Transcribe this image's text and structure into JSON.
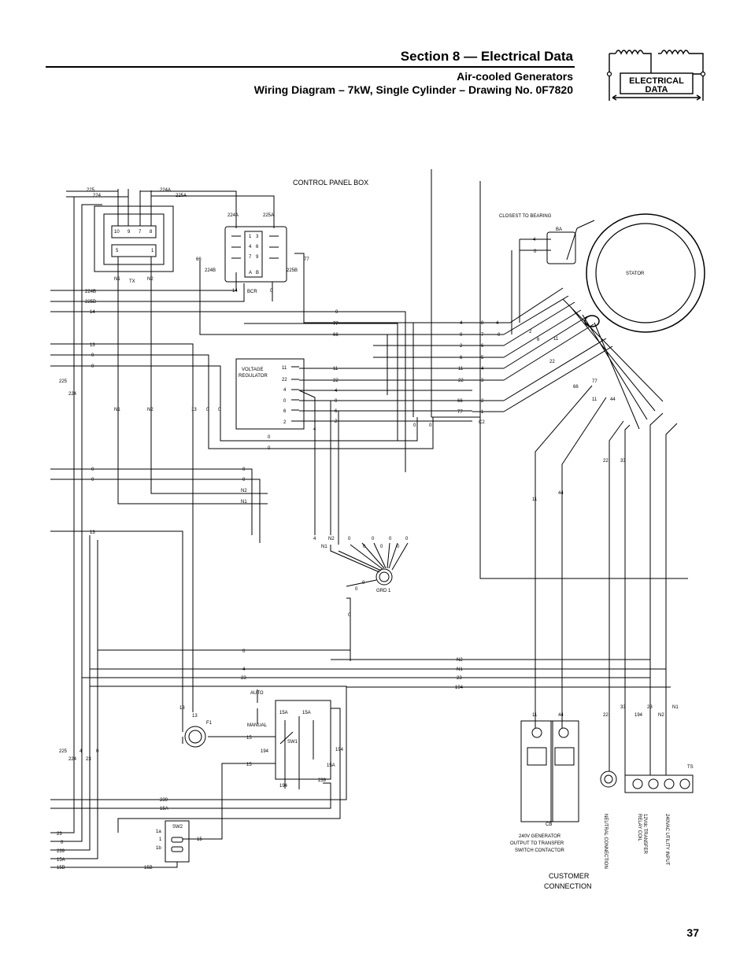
{
  "header": {
    "section_title": "Section 8 — Electrical Data",
    "subtitle": "Air-cooled Generators",
    "drawing_title": "Wiring Diagram – 7kW, Single Cylinder – Drawing No. 0F7820"
  },
  "logo": {
    "line1": "ELECTRICAL",
    "line2": "DATA",
    "icon": "coil-schematic-icon"
  },
  "page_number": "37",
  "diagram": {
    "box_title": "CONTROL PANEL BOX",
    "closest_to_bearing": "CLOSEST TO BEARING",
    "ba": "BA",
    "stator": "STATOR",
    "tx": "TX",
    "bcr": "BCR",
    "voltage_regulator_1": "VOLTAGE",
    "voltage_regulator_2": "REGULATOR",
    "grd1": "GRD 1",
    "auto": "AUTO",
    "manual": "MANUAL",
    "sw1": "SW1",
    "sw2": "SW2",
    "f1": "F1",
    "cb": "CB",
    "ts": "TS",
    "c2": "C2",
    "cb_caption_1": "240V GENERATOR",
    "cb_caption_2": "OUTPUT TO TRANSFER",
    "cb_caption_3": "SWITCH CONTACTOR",
    "neutral_connection": "NEUTRAL CONNECTION",
    "relay_coil_1": "12Vdc TRANSFER",
    "relay_coil_2": "RELAY COIL",
    "utility_input": "240VAC UTILITY INPUT",
    "customer_1": "CUSTOMER",
    "customer_2": "CONNECTION"
  },
  "wires": {
    "w225": "225",
    "w224": "224",
    "w224a": "224A",
    "w225a": "225A",
    "w224b": "224B",
    "w225b": "225B",
    "w14": "14",
    "w13": "13",
    "w0": "0",
    "n1": "N1",
    "n2": "N2",
    "w66": "66",
    "w77": "77",
    "w11": "11",
    "w22": "22",
    "w4": "4",
    "w6": "6",
    "w2": "2",
    "w23": "23",
    "w194": "194",
    "w15": "15",
    "w15a": "15A",
    "w15b": "15B",
    "w239": "239",
    "w44": "44",
    "w33": "33",
    "w1a": "1a",
    "w1": "1",
    "w1b": "1b",
    "w3": "3",
    "w5": "5",
    "w7": "7",
    "w8": "8",
    "w9": "9",
    "w10": "10",
    "wa": "A",
    "wb": "B"
  }
}
